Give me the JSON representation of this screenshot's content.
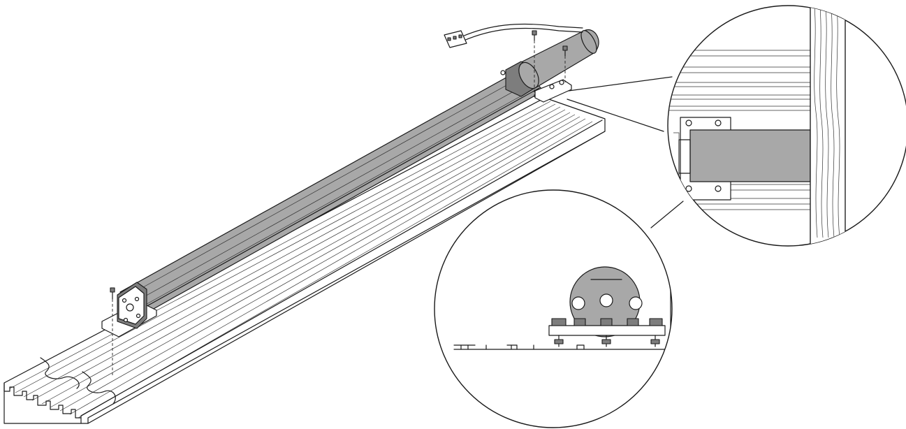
{
  "figure": {
    "style": "line-art assembly illustration",
    "colors": {
      "background": "#ffffff",
      "line": "#1a1a1a",
      "body_fill": "#a8a8a8",
      "dark_fill": "#7d7d7d"
    },
    "parts": [
      "aluminum-rail-profile",
      "motor-tube",
      "drive-cylinder",
      "end-bracket",
      "mounting-screw",
      "cable",
      "connector-plug"
    ],
    "detail_views": [
      "top-detail-circle",
      "section-detail-circle"
    ]
  }
}
